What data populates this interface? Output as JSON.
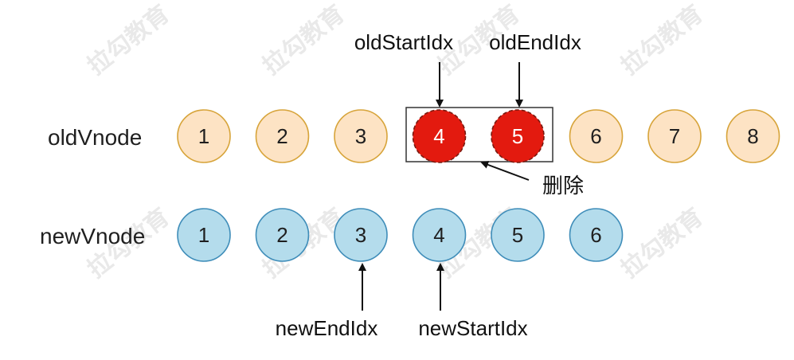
{
  "watermark": "拉勾教育",
  "rows": {
    "old": {
      "label": "oldVnode",
      "nodes": [
        {
          "text": "1",
          "state": "normal"
        },
        {
          "text": "2",
          "state": "normal"
        },
        {
          "text": "3",
          "state": "normal"
        },
        {
          "text": "4",
          "state": "deleted"
        },
        {
          "text": "5",
          "state": "deleted"
        },
        {
          "text": "6",
          "state": "normal"
        },
        {
          "text": "7",
          "state": "normal"
        },
        {
          "text": "8",
          "state": "normal"
        }
      ]
    },
    "new": {
      "label": "newVnode",
      "nodes": [
        {
          "text": "1",
          "state": "normal"
        },
        {
          "text": "2",
          "state": "normal"
        },
        {
          "text": "3",
          "state": "normal"
        },
        {
          "text": "4",
          "state": "normal"
        },
        {
          "text": "5",
          "state": "normal"
        },
        {
          "text": "6",
          "state": "normal"
        }
      ]
    }
  },
  "pointers": {
    "old_start": "oldStartIdx",
    "old_end": "oldEndIdx",
    "new_end": "newEndIdx",
    "new_start": "newStartIdx"
  },
  "delete_label": "删除",
  "colors": {
    "old_fill": "#fde3c4",
    "old_stroke": "#d7a43a",
    "new_fill": "#b4dcec",
    "new_stroke": "#3f8db9",
    "deleted_fill": "#e31a0f",
    "deleted_stroke": "#7a1a10",
    "deleted_text": "#ffffff",
    "text": "#1f1f1f",
    "arrow": "#111111"
  }
}
